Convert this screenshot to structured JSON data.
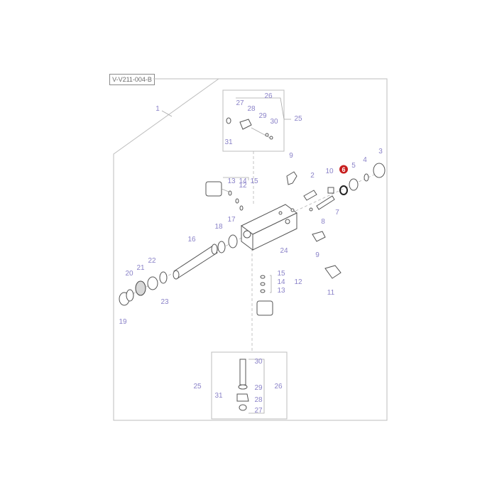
{
  "diagram": {
    "reference_code": "V-V211-004-B",
    "highlight_color": "#c81e1e",
    "callout_color": "#8a82c8",
    "callouts": [
      {
        "id": "c1",
        "label": "1"
      },
      {
        "id": "c2",
        "label": "2"
      },
      {
        "id": "c3",
        "label": "3"
      },
      {
        "id": "c4",
        "label": "4"
      },
      {
        "id": "c5",
        "label": "5"
      },
      {
        "id": "c6",
        "label": "6",
        "highlighted": true
      },
      {
        "id": "c7",
        "label": "7"
      },
      {
        "id": "c8",
        "label": "8"
      },
      {
        "id": "c9a",
        "label": "9"
      },
      {
        "id": "c9b",
        "label": "9"
      },
      {
        "id": "c10",
        "label": "10"
      },
      {
        "id": "c11",
        "label": "11"
      },
      {
        "id": "c12a",
        "label": "12"
      },
      {
        "id": "c12b",
        "label": "12"
      },
      {
        "id": "c13a",
        "label": "13"
      },
      {
        "id": "c13b",
        "label": "13"
      },
      {
        "id": "c14a",
        "label": "14"
      },
      {
        "id": "c14b",
        "label": "14"
      },
      {
        "id": "c15a",
        "label": "15"
      },
      {
        "id": "c15b",
        "label": "15"
      },
      {
        "id": "c16",
        "label": "16"
      },
      {
        "id": "c17",
        "label": "17"
      },
      {
        "id": "c18",
        "label": "18"
      },
      {
        "id": "c19",
        "label": "19"
      },
      {
        "id": "c20",
        "label": "20"
      },
      {
        "id": "c21",
        "label": "21"
      },
      {
        "id": "c22",
        "label": "22"
      },
      {
        "id": "c23",
        "label": "23"
      },
      {
        "id": "c24",
        "label": "24"
      },
      {
        "id": "c25a",
        "label": "25"
      },
      {
        "id": "c25b",
        "label": "25"
      },
      {
        "id": "c26a",
        "label": "26"
      },
      {
        "id": "c26b",
        "label": "26"
      },
      {
        "id": "c27a",
        "label": "27"
      },
      {
        "id": "c27b",
        "label": "27"
      },
      {
        "id": "c28a",
        "label": "28"
      },
      {
        "id": "c28b",
        "label": "28"
      },
      {
        "id": "c29a",
        "label": "29"
      },
      {
        "id": "c29b",
        "label": "29"
      },
      {
        "id": "c30a",
        "label": "30"
      },
      {
        "id": "c30b",
        "label": "30"
      },
      {
        "id": "c31a",
        "label": "31"
      },
      {
        "id": "c31b",
        "label": "31"
      }
    ]
  }
}
